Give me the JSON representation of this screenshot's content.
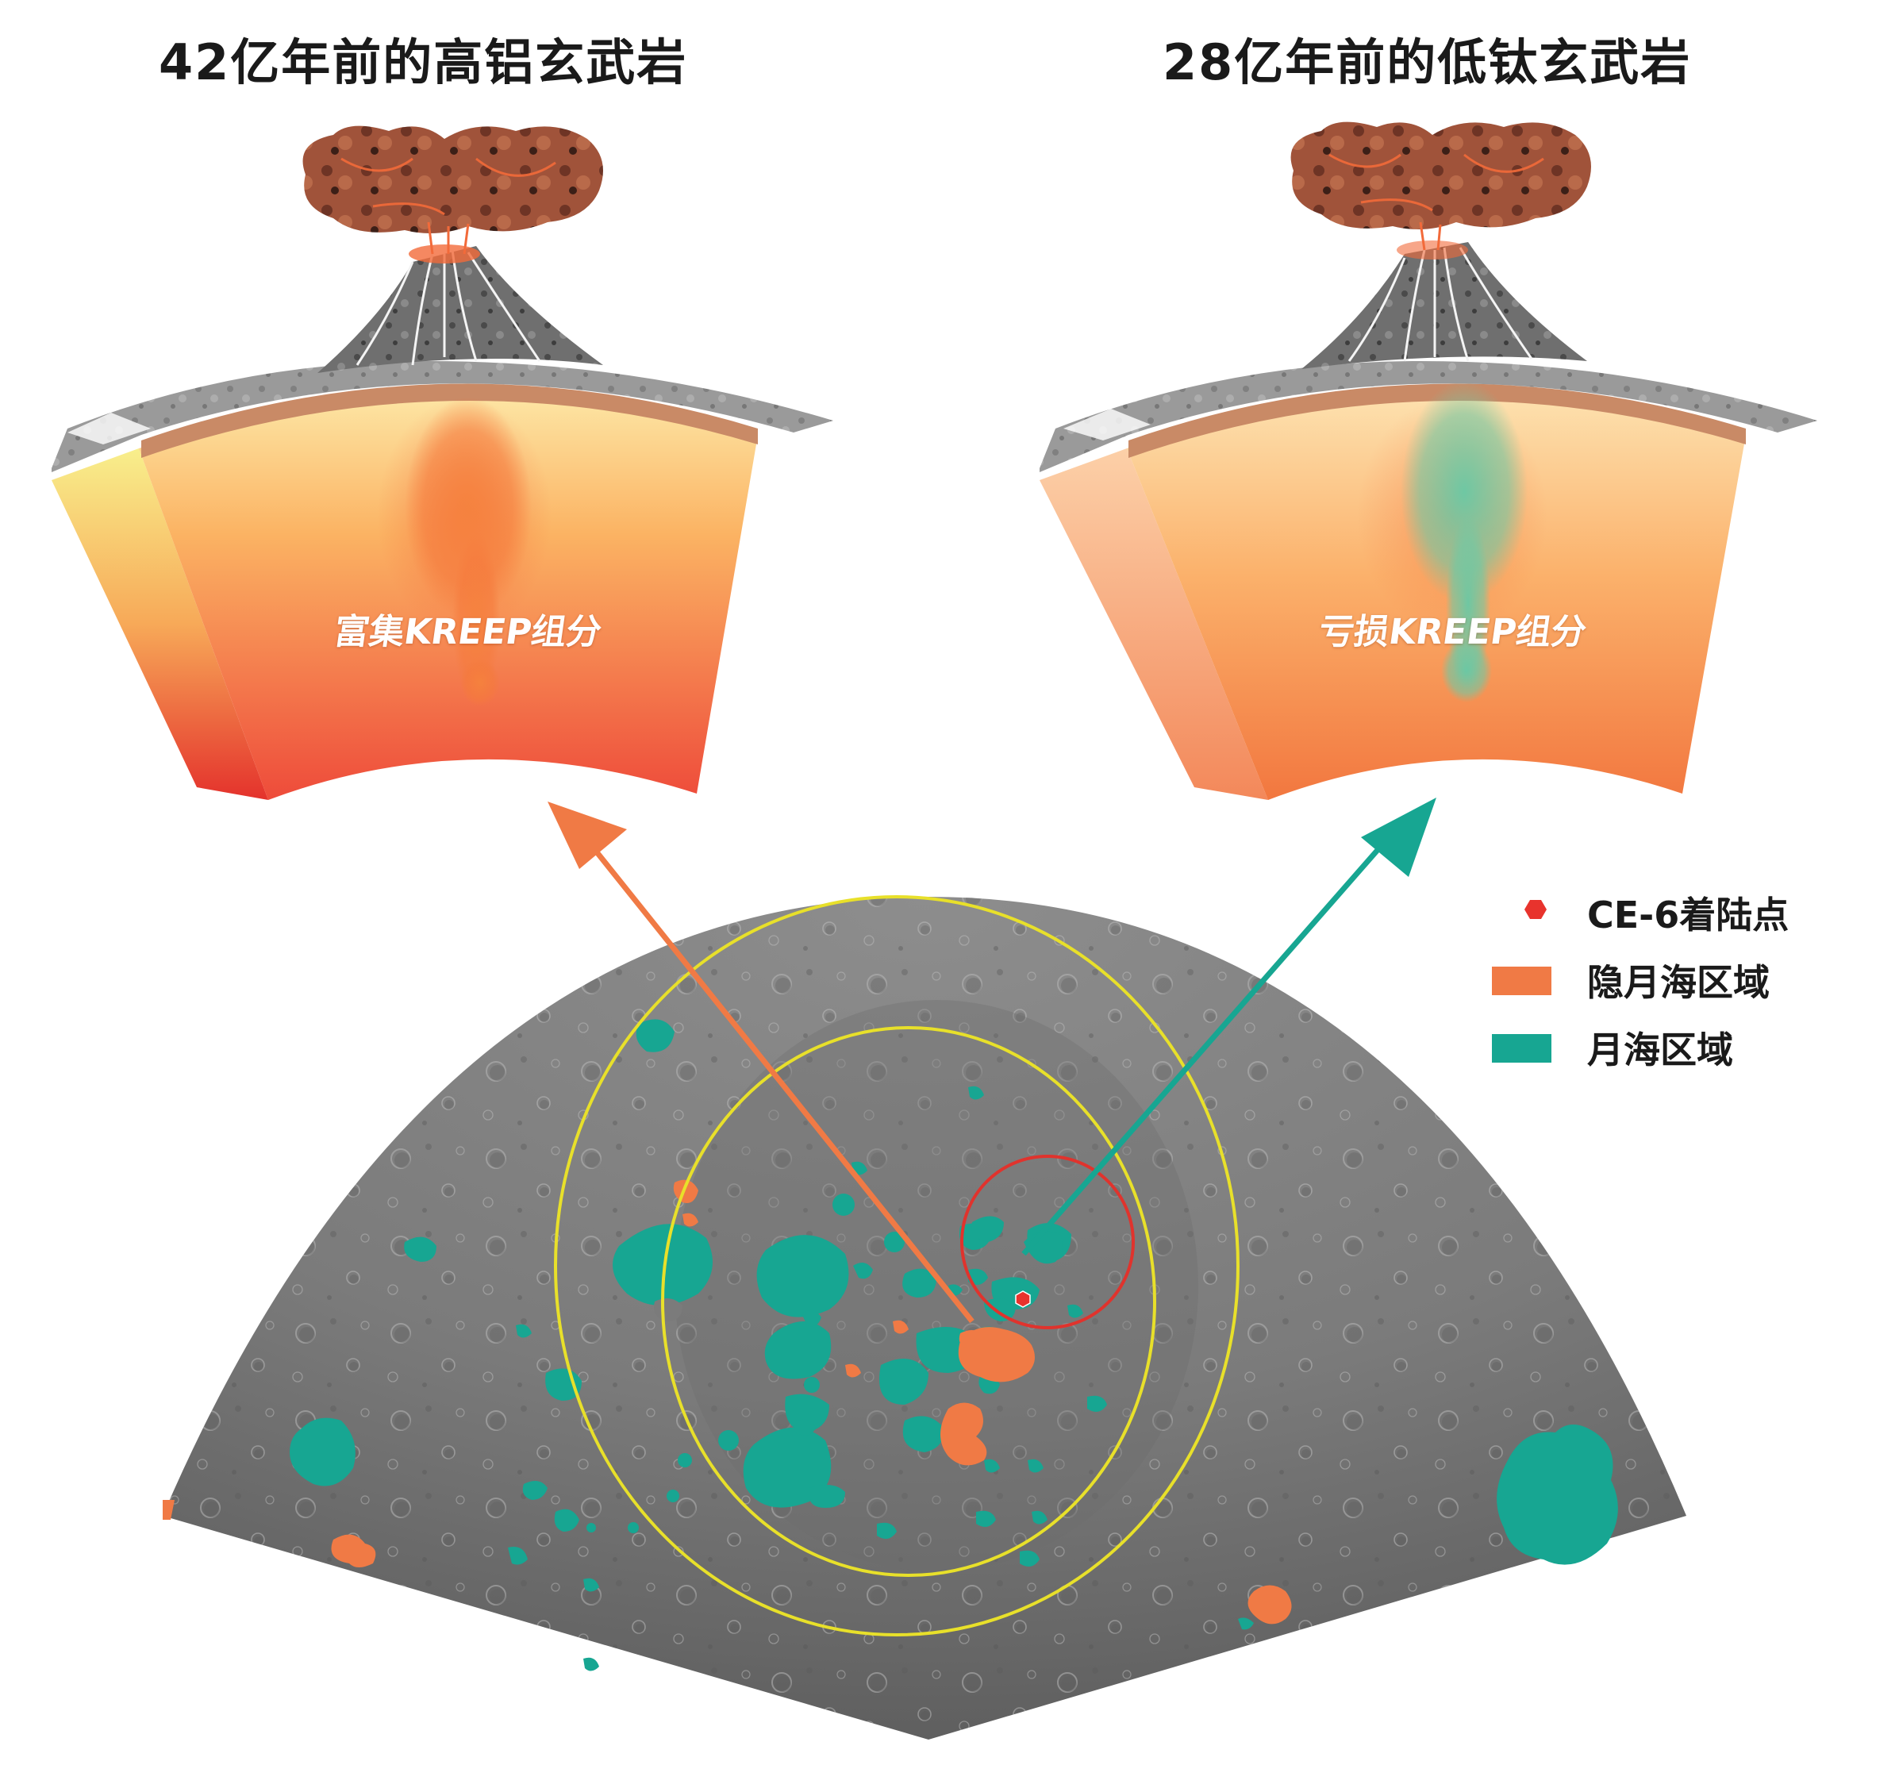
{
  "panels": {
    "left": {
      "title": "42亿年前的高铝玄武岩",
      "label": "富集KREEP组分"
    },
    "right": {
      "title": "28亿年前的低钛玄武岩",
      "label": "亏损KREEP组分"
    }
  },
  "legend": {
    "items": [
      {
        "label": "CE-6着陆点",
        "symbol": "red-hexagon",
        "color": "#e8332d"
      },
      {
        "label": "隐月海区域",
        "symbol": "orange-rect",
        "color": "#f07a45"
      },
      {
        "label": "月海区域",
        "symbol": "teal-rect",
        "color": "#17a692"
      }
    ]
  },
  "colors": {
    "cryptomare": "#f07a45",
    "mare": "#17a692",
    "basin_rings": "#e8e02a",
    "landing_circle": "#e0332d",
    "arrow_left": "#f07a45",
    "arrow_right": "#17a692"
  }
}
